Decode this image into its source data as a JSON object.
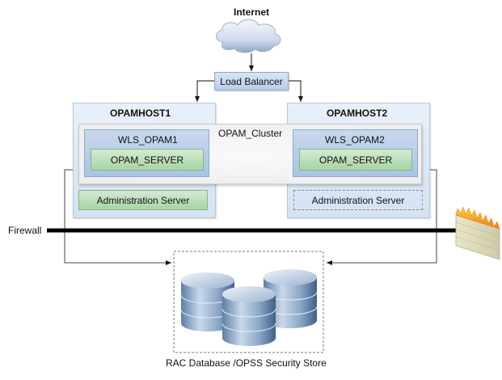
{
  "internet": {
    "label": "Internet"
  },
  "load_balancer": {
    "label": "Load Balancer"
  },
  "hosts": [
    {
      "name": "OPAMHOST1",
      "wls": "WLS_OPAM1",
      "server": "OPAM_SERVER",
      "admin": "Administration Server",
      "admin_state": "active"
    },
    {
      "name": "OPAMHOST2",
      "wls": "WLS_OPAM2",
      "server": "OPAM_SERVER",
      "admin": "Administration Server",
      "admin_state": "passive"
    }
  ],
  "cluster": {
    "label": "OPAM_Cluster"
  },
  "firewall": {
    "label": "Firewall"
  },
  "database": {
    "label": "RAC Database /OPSS Security Store"
  },
  "colors": {
    "host_fill": "#dce7f4",
    "wls_fill": "#b4cbe7",
    "server_fill": "#bfe0bd",
    "firewall_line": "#000000"
  }
}
